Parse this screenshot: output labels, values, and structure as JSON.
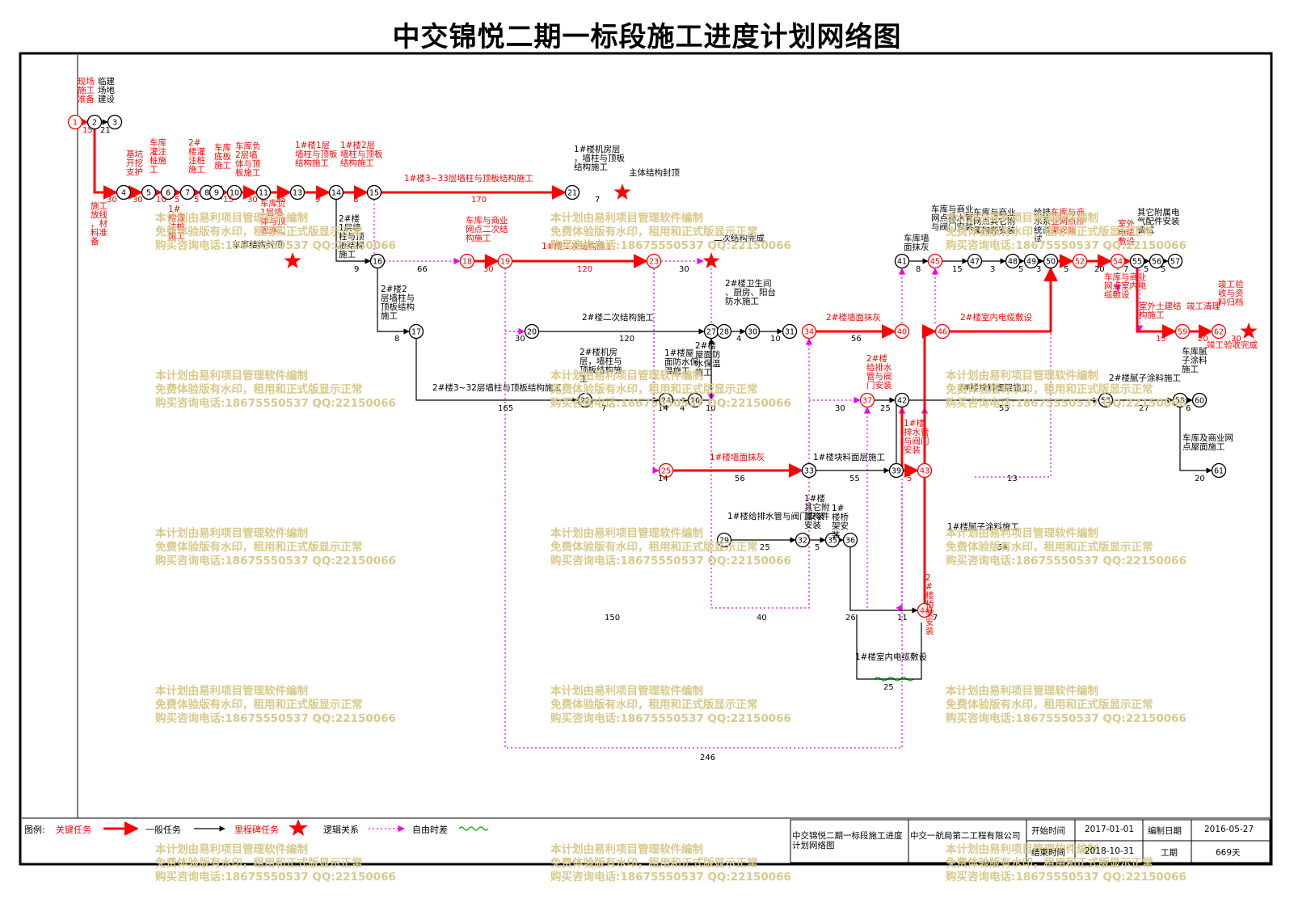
{
  "title": "中交锦悦二期一标段施工进度计划网络图",
  "colors": {
    "critical": "#ff0000",
    "normal": "#000000",
    "logic": "#ee00ee",
    "free_float": "#00aa00",
    "watermark": "#d8c98a"
  },
  "watermark": {
    "line1": "本计划由易利项目管理软件编制",
    "line2": "免费体验版有水印，租用和正式版显示正常",
    "line3": "购买咨询电话:18675550537 QQ:22150066"
  },
  "legend": {
    "label": "图例:",
    "critical": "关键任务",
    "normal": "一般任务",
    "milestone": "里程碑任务",
    "logic": "逻辑关系",
    "free_float": "自由时差"
  },
  "infobox": {
    "project": "中交锦悦二期一标段施工进度计划网络图",
    "company": "中交一航局第二工程有限公司",
    "start_label": "开始时间",
    "start_value": "2017-01-01",
    "end_label": "结束时间",
    "end_value": "2018-10-31",
    "compiled_label": "编制日期",
    "compiled_value": "2016-05-27",
    "duration_label": "工期",
    "duration_value": "669天"
  },
  "network": {
    "nodes": [
      {
        "id": "1",
        "c": "r"
      },
      {
        "id": "2",
        "c": "k"
      },
      {
        "id": "3",
        "c": "k"
      },
      {
        "id": "4",
        "c": "k"
      },
      {
        "id": "5",
        "c": "k"
      },
      {
        "id": "6",
        "c": "k"
      },
      {
        "id": "7",
        "c": "k"
      },
      {
        "id": "8",
        "c": "k"
      },
      {
        "id": "9",
        "c": "k"
      },
      {
        "id": "10",
        "c": "k"
      },
      {
        "id": "11",
        "c": "k"
      },
      {
        "id": "13",
        "c": "k"
      },
      {
        "id": "14",
        "c": "k"
      },
      {
        "id": "15",
        "c": "k"
      },
      {
        "id": "16",
        "c": "k"
      },
      {
        "id": "17",
        "c": "k"
      },
      {
        "id": "18",
        "c": "r"
      },
      {
        "id": "19",
        "c": "r"
      },
      {
        "id": "20",
        "c": "k"
      },
      {
        "id": "21",
        "c": "k"
      },
      {
        "id": "22",
        "c": "k"
      },
      {
        "id": "23",
        "c": "r"
      },
      {
        "id": "24",
        "c": "k"
      },
      {
        "id": "25",
        "c": "r"
      },
      {
        "id": "26",
        "c": "k"
      },
      {
        "id": "27",
        "c": "k"
      },
      {
        "id": "28",
        "c": "k"
      },
      {
        "id": "29",
        "c": "k"
      },
      {
        "id": "30",
        "c": "k"
      },
      {
        "id": "31",
        "c": "k"
      },
      {
        "id": "32",
        "c": "k"
      },
      {
        "id": "33",
        "c": "k"
      },
      {
        "id": "34",
        "c": "r"
      },
      {
        "id": "35",
        "c": "k"
      },
      {
        "id": "36",
        "c": "k"
      },
      {
        "id": "37",
        "c": "r"
      },
      {
        "id": "39",
        "c": "k"
      },
      {
        "id": "40",
        "c": "r"
      },
      {
        "id": "41",
        "c": "k"
      },
      {
        "id": "42",
        "c": "k"
      },
      {
        "id": "43",
        "c": "r"
      },
      {
        "id": "44",
        "c": "r"
      },
      {
        "id": "45",
        "c": "r"
      },
      {
        "id": "46",
        "c": "r"
      },
      {
        "id": "47",
        "c": "k"
      },
      {
        "id": "48",
        "c": "k"
      },
      {
        "id": "49",
        "c": "k"
      },
      {
        "id": "50",
        "c": "k"
      },
      {
        "id": "52",
        "c": "r"
      },
      {
        "id": "53",
        "c": "k"
      },
      {
        "id": "54",
        "c": "r"
      },
      {
        "id": "55",
        "c": "k"
      },
      {
        "id": "56",
        "c": "k"
      },
      {
        "id": "57",
        "c": "k"
      },
      {
        "id": "58",
        "c": "k"
      },
      {
        "id": "59",
        "c": "r"
      },
      {
        "id": "60",
        "c": "k"
      },
      {
        "id": "61",
        "c": "k"
      },
      {
        "id": "62",
        "c": "r"
      }
    ],
    "labels": [
      {
        "t": "现场施工准备",
        "c": "r"
      },
      {
        "t": "临建场地建设",
        "c": "k"
      },
      {
        "t": "施工放线，材料准备",
        "c": "r"
      },
      {
        "t": "基坑开挖支护",
        "c": "r"
      },
      {
        "t": "车库灌注桩施工",
        "c": "r"
      },
      {
        "t": "2#楼灌注桩施工",
        "c": "r"
      },
      {
        "t": "1#楼灌注桩施工",
        "c": "r"
      },
      {
        "t": "车库底板施工",
        "c": "r"
      },
      {
        "t": "车库负2层墙体与顶板施工",
        "c": "r"
      },
      {
        "t": "车库负1层墙体与顶板施工",
        "c": "r"
      },
      {
        "t": "1#楼1层墙柱与顶板结构施工",
        "c": "r"
      },
      {
        "t": "1#楼2层墙柱与顶板结构施工",
        "c": "r"
      },
      {
        "t": "1#楼3~33层墙柱与顶板结构施工",
        "c": "r"
      },
      {
        "t": "1#楼机房层，墙柱与顶板结构施工",
        "c": "k"
      },
      {
        "t": "主体结构封顶",
        "c": "k"
      },
      {
        "t": "车库结构封顶",
        "c": "k"
      },
      {
        "t": "2#楼1层墙柱与顶板结构施工",
        "c": "k"
      },
      {
        "t": "车库与商业网点二次结构施工",
        "c": "r"
      },
      {
        "t": "1#楼二次结构施工",
        "c": "r"
      },
      {
        "t": "二次结构完成",
        "c": "k"
      },
      {
        "t": "2#楼2层墙柱与顶板结构施工",
        "c": "k"
      },
      {
        "t": "2#楼二次结构施工",
        "c": "k"
      },
      {
        "t": "2#楼3~32层墙柱与顶板结构施工",
        "c": "k"
      },
      {
        "t": "2#楼机房层，墙柱与顶板结构施工",
        "c": "k"
      },
      {
        "t": "1#楼屋面防水保温施工",
        "c": "k"
      },
      {
        "t": "2#楼屋面防水保温施工",
        "c": "k"
      },
      {
        "t": "2#楼卫生间、厨房、阳台防水施工",
        "c": "k"
      },
      {
        "t": "2#楼墙面抹灰",
        "c": "r"
      },
      {
        "t": "1#楼墙面抹灰",
        "c": "r"
      },
      {
        "t": "1#楼块料面层施工",
        "c": "k"
      },
      {
        "t": "1#楼给排水管与阀门安装",
        "c": "k"
      },
      {
        "t": "1#楼其它附属构件安装",
        "c": "k"
      },
      {
        "t": "1#楼桥架安装",
        "c": "k"
      },
      {
        "t": "2#楼给排水管与阀门安装",
        "c": "r"
      },
      {
        "t": "1#楼排水管与阀门安装",
        "c": "r"
      },
      {
        "t": "2#楼桥架安装",
        "c": "r"
      },
      {
        "t": "1#楼室内电缆敷设",
        "c": "k"
      },
      {
        "t": "车库墙面抹灰",
        "c": "k"
      },
      {
        "t": "车库与商业网点排水管与阀门安装",
        "c": "k"
      },
      {
        "t": "车库与商业网点其它附属构件安装",
        "c": "k"
      },
      {
        "t": "给排水系统调试",
        "c": "k"
      },
      {
        "t": "车库与商业网点桥架安装",
        "c": "r"
      },
      {
        "t": "2#楼室内电缆敷设",
        "c": "r"
      },
      {
        "t": "车库与商业网点室内电缆敷设",
        "c": "r"
      },
      {
        "t": "室外电缆敷设",
        "c": "r"
      },
      {
        "t": "其它附属电气配件安装调试",
        "c": "k"
      },
      {
        "t": "室外土建结构施工",
        "c": "r"
      },
      {
        "t": "竣工清理",
        "c": "r"
      },
      {
        "t": "竣工验收与资料归档",
        "c": "r"
      },
      {
        "t": "竣工验收完成",
        "c": "r"
      },
      {
        "t": "2#楼块料面层施工",
        "c": "k"
      },
      {
        "t": "2#楼腻子涂料施工",
        "c": "k"
      },
      {
        "t": "车库腻子涂料施工",
        "c": "k"
      },
      {
        "t": "1#楼腻子涂料施工",
        "c": "k"
      },
      {
        "t": "车库及商业网点屋面施工",
        "c": "k"
      }
    ],
    "durations": [
      "15",
      "21",
      "30",
      "30",
      "10",
      "5",
      "5",
      "15",
      "30",
      "25",
      "9",
      "8",
      "170",
      "7",
      "9",
      "66",
      "30",
      "120",
      "30",
      "8",
      "30",
      "120",
      "165",
      "7",
      "14",
      "4",
      "10",
      "4",
      "10",
      "56",
      "14",
      "56",
      "55",
      "30",
      "25",
      "5",
      "7",
      "5",
      "25",
      "150",
      "40",
      "26",
      "11",
      "25",
      "8",
      "15",
      "3",
      "5",
      "3",
      "5",
      "20",
      "7",
      "5",
      "5",
      "15",
      "20",
      "30",
      "55",
      "27",
      "6",
      "20",
      "54",
      "13",
      "246"
    ]
  }
}
